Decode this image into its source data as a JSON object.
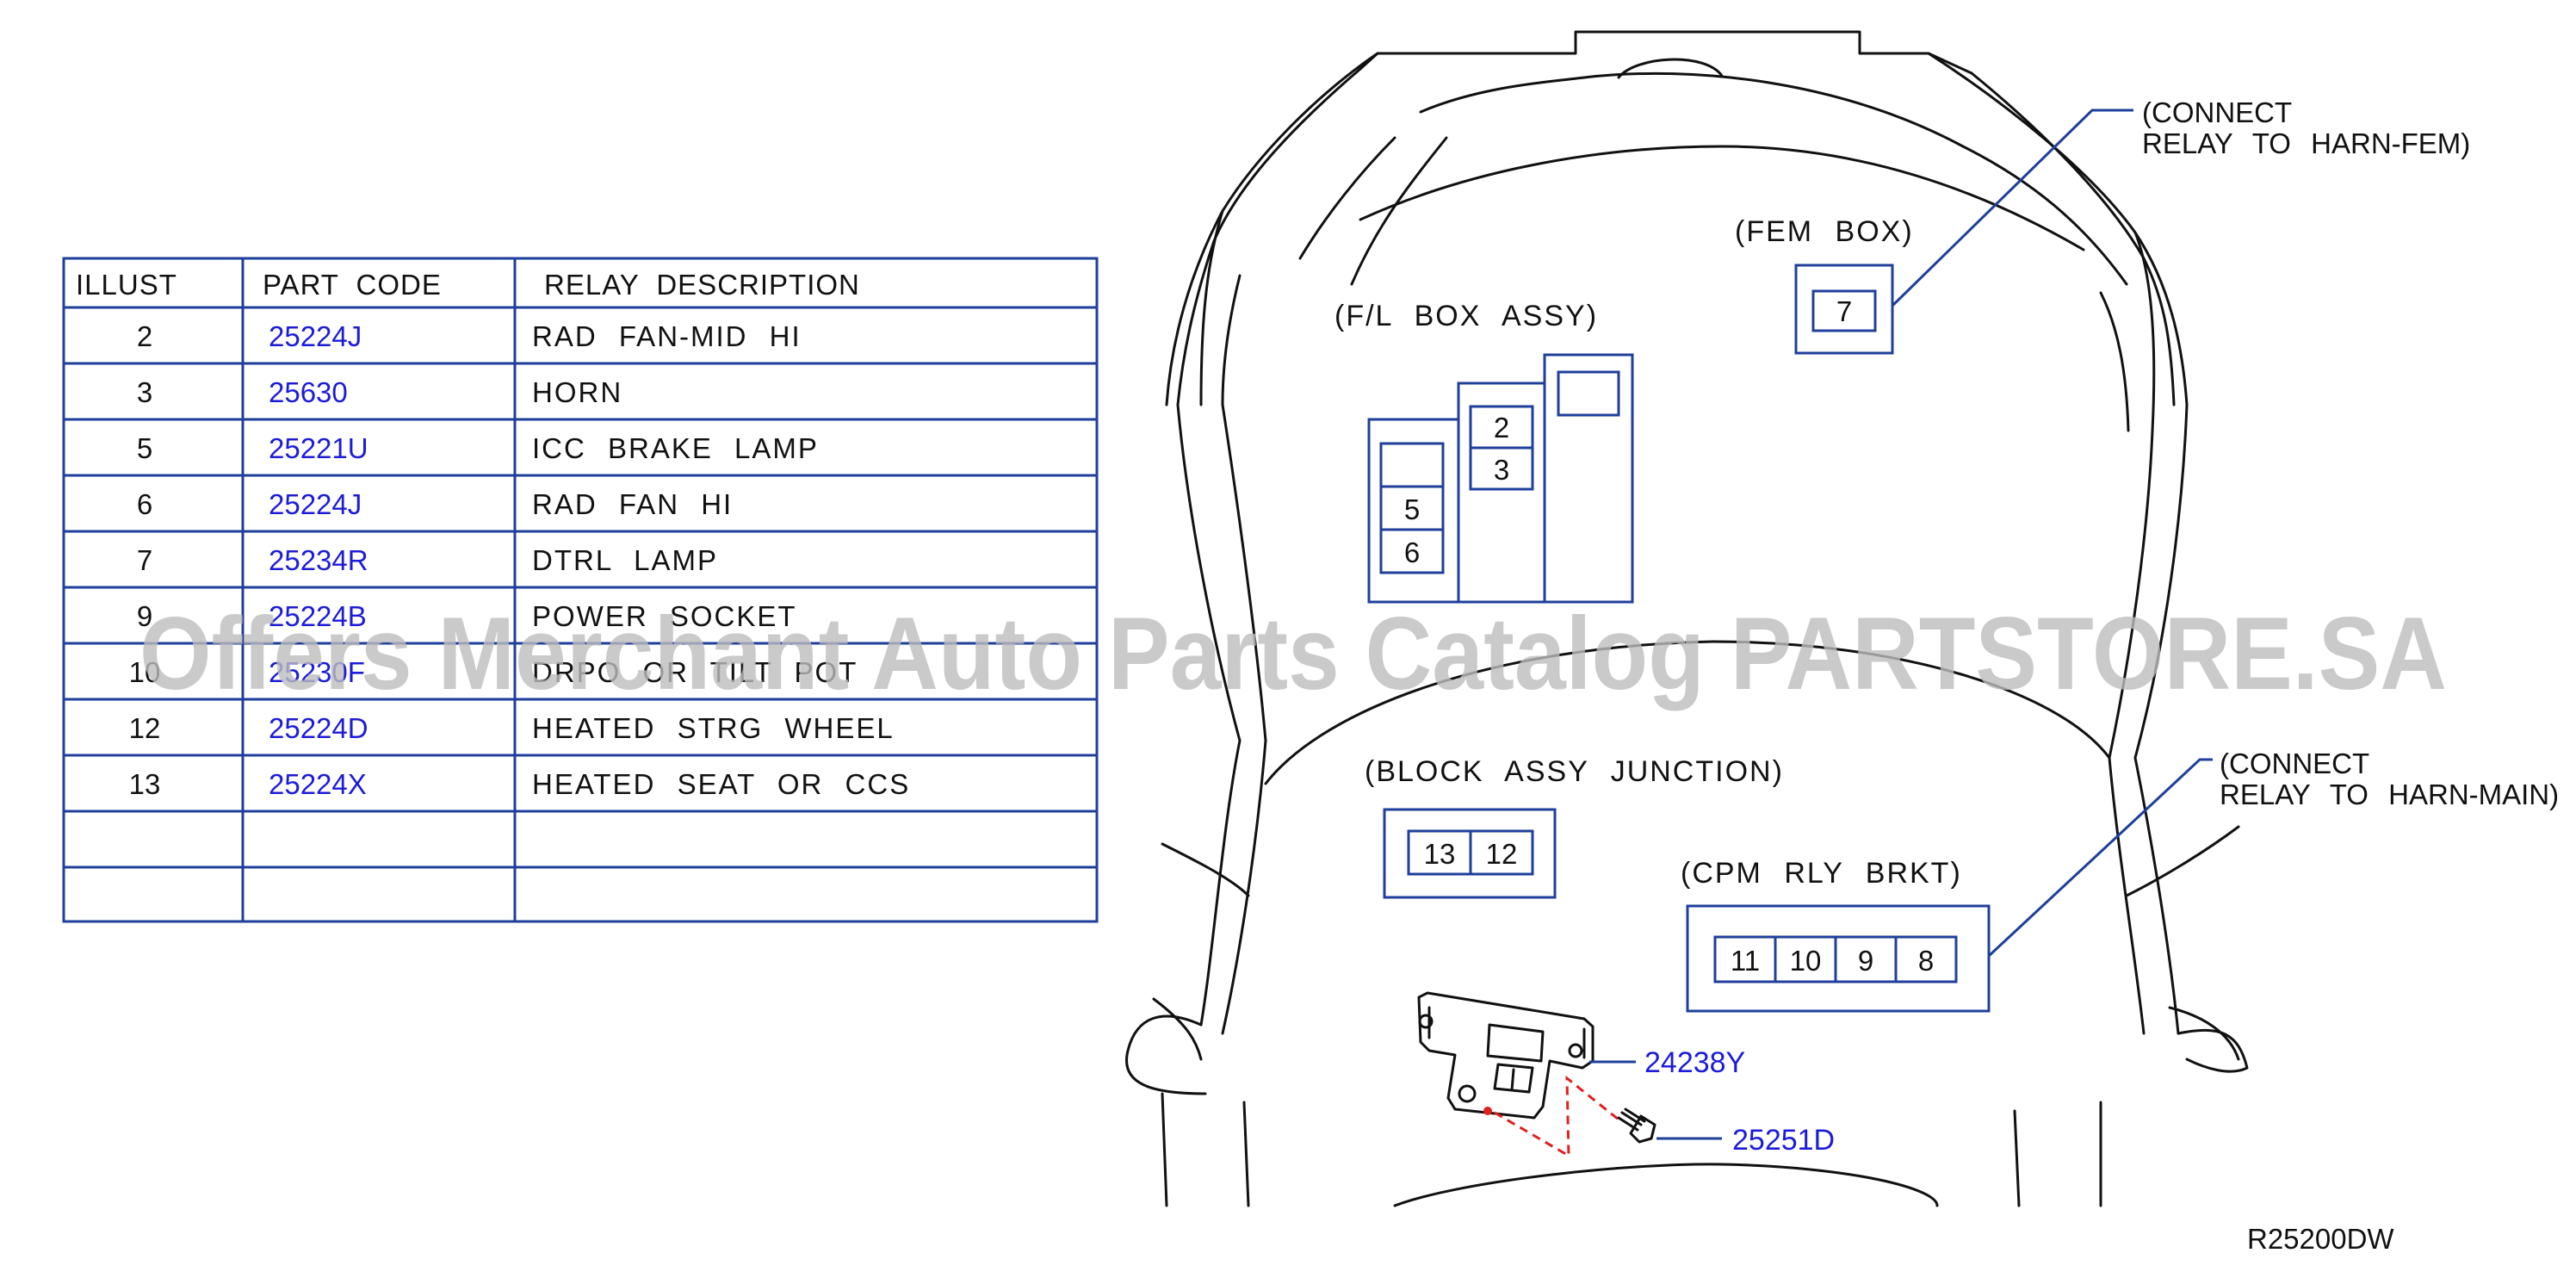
{
  "table": {
    "headers": [
      "ILLUST",
      "PART CODE",
      "RELAY DESCRIPTION"
    ],
    "rows": [
      {
        "illust": "2",
        "code": "25224J",
        "desc": "RAD FAN-MID HI"
      },
      {
        "illust": "3",
        "code": "25630",
        "desc": "HORN"
      },
      {
        "illust": "5",
        "code": "25221U",
        "desc": "ICC BRAKE LAMP"
      },
      {
        "illust": "6",
        "code": "25224J",
        "desc": "RAD FAN HI"
      },
      {
        "illust": "7",
        "code": "25234R",
        "desc": "DTRL LAMP"
      },
      {
        "illust": "9",
        "code": "25224B",
        "desc": "POWER SOCKET"
      },
      {
        "illust": "10",
        "code": "25230F",
        "desc": "DRPO OR TILT POT"
      },
      {
        "illust": "12",
        "code": "25224D",
        "desc": "HEATED STRG WHEEL"
      },
      {
        "illust": "13",
        "code": "25224X",
        "desc": "HEATED SEAT OR CCS"
      },
      {
        "illust": "",
        "code": "",
        "desc": ""
      },
      {
        "illust": "",
        "code": "",
        "desc": ""
      }
    ]
  },
  "diagram": {
    "fem_box": {
      "label": "(FEM BOX)",
      "relays": [
        "7"
      ]
    },
    "fem_note": {
      "line1": "(CONNECT",
      "line2": "RELAY TO HARN-FEM)"
    },
    "fl_box": {
      "label": "(F/L BOX ASSY)",
      "relays": [
        "2",
        "3",
        "5",
        "6"
      ]
    },
    "block_junction": {
      "label": "(BLOCK ASSY JUNCTION)",
      "relays": [
        "13",
        "12"
      ]
    },
    "cpm_bracket": {
      "label": "(CPM RLY BRKT)",
      "relays": [
        "11",
        "10",
        "9",
        "8"
      ]
    },
    "main_note": {
      "line1": "(CONNECT",
      "line2": "RELAY TO HARN-MAIN)"
    },
    "bracket_part": "24238Y",
    "bolt_part": "25251D"
  },
  "watermark": "Offers Merchant Auto Parts Catalog PARTSTORE.SA",
  "reference": "R25200DW"
}
